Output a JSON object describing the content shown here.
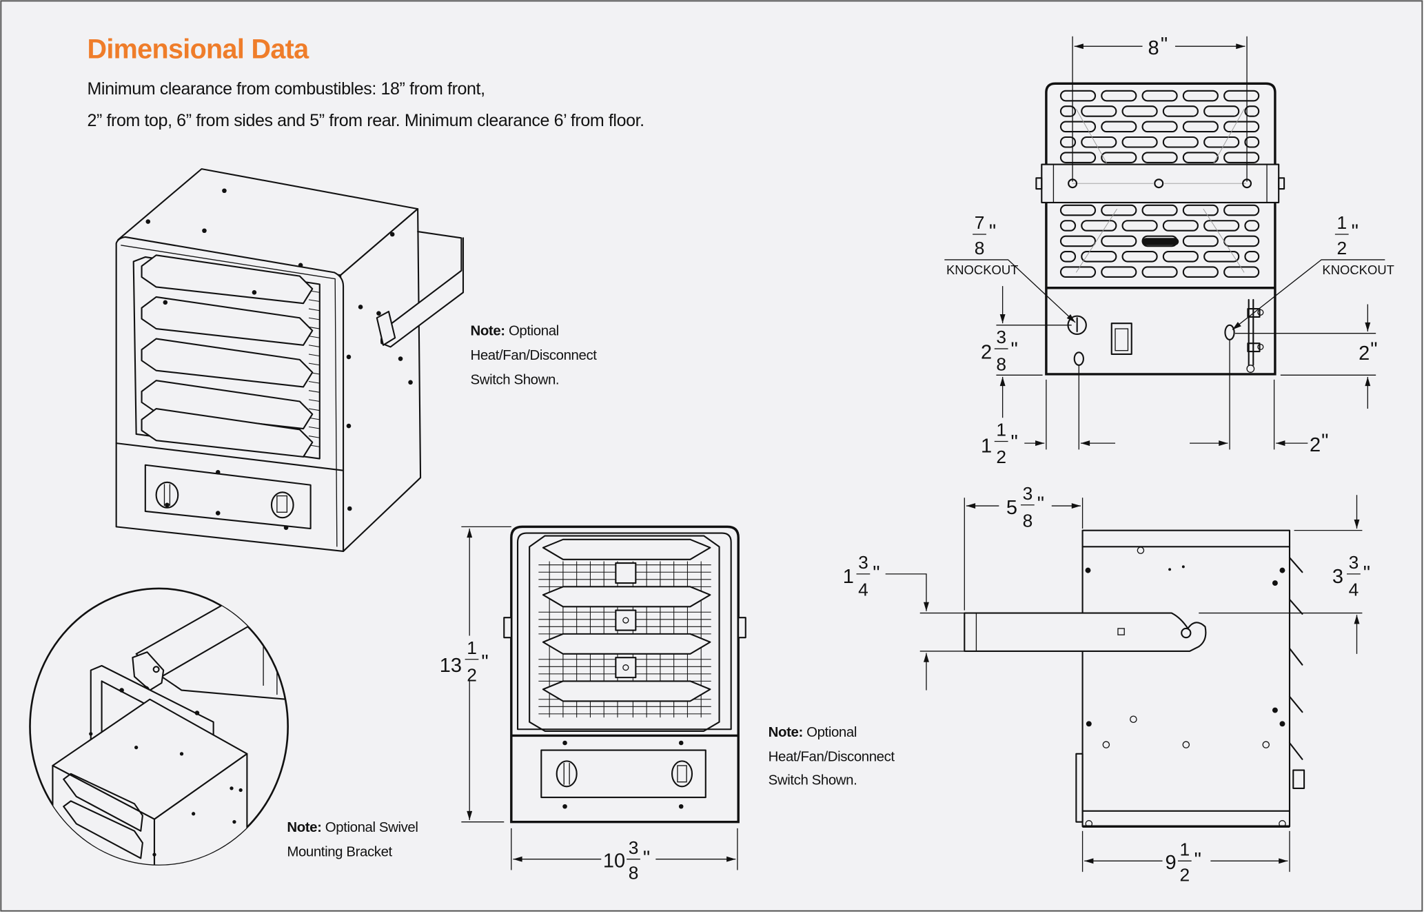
{
  "header": {
    "title": "Dimensional Data",
    "intro_line_1": "Minimum clearance from combustibles: 18” from front,",
    "intro_line_2": "2” from top, 6” from sides and 5” from rear. Minimum clearance 6’ from floor."
  },
  "colors": {
    "title": "#ef7d2a",
    "sheet_background": "#f2f2f4",
    "line": "#111111",
    "frame": "#555555"
  },
  "notes": {
    "isometric": {
      "bold": "Note:",
      "lines": [
        " Optional",
        "Heat/Fan/Disconnect",
        "Switch Shown."
      ]
    },
    "front": {
      "bold": "Note:",
      "lines": [
        " Optional",
        "Heat/Fan/Disconnect",
        "Switch Shown."
      ]
    },
    "bracket": {
      "bold": "Note:",
      "lines": [
        " Optional Swivel",
        "Mounting Bracket"
      ]
    }
  },
  "views": {
    "isometric": {
      "label": "isometric-heater-view"
    },
    "bracket_detail": {
      "label": "swivel-bracket-detail"
    },
    "front": {
      "height": {
        "whole": "13",
        "num": "1",
        "den": "2",
        "unit": "\""
      },
      "width": {
        "whole": "10",
        "num": "3",
        "den": "8",
        "unit": "\""
      }
    },
    "rear": {
      "bracket_hole_spacing": {
        "whole": "8",
        "unit": "\""
      },
      "knockout_left": {
        "num": "7",
        "den": "8",
        "unit": "\"",
        "label": "KNOCKOUT"
      },
      "knockout_right": {
        "num": "1",
        "den": "2",
        "unit": "\"",
        "label": "KNOCKOUT"
      },
      "left_knockout_height": {
        "whole": "2",
        "num": "3",
        "den": "8",
        "unit": "\""
      },
      "right_knockout_height": {
        "whole": "2",
        "unit": "\""
      },
      "left_knockout_offset": {
        "whole": "1",
        "num": "1",
        "den": "2",
        "unit": "\""
      },
      "right_knockout_offset": {
        "whole": "2",
        "unit": "\""
      }
    },
    "side": {
      "bracket_extension": {
        "whole": "5",
        "num": "3",
        "den": "8",
        "unit": "\""
      },
      "bracket_width": {
        "whole": "1",
        "num": "3",
        "den": "4",
        "unit": "\""
      },
      "bracket_from_top": {
        "whole": "3",
        "num": "3",
        "den": "4",
        "unit": "\""
      },
      "depth": {
        "whole": "9",
        "num": "1",
        "den": "2",
        "unit": "\""
      }
    }
  }
}
